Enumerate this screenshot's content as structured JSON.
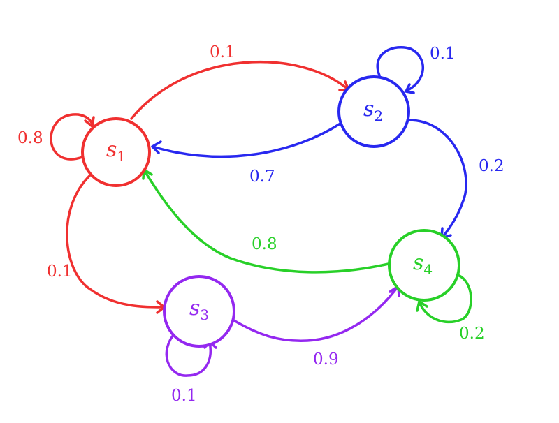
{
  "colors": {
    "s1": "#f03030",
    "s2": "#2828f0",
    "s3": "#9428f0",
    "s4": "#28d028"
  },
  "states": [
    {
      "id": "s1",
      "name": "s",
      "sub": "1"
    },
    {
      "id": "s2",
      "name": "s",
      "sub": "2"
    },
    {
      "id": "s3",
      "name": "s",
      "sub": "3"
    },
    {
      "id": "s4",
      "name": "s",
      "sub": "4"
    }
  ],
  "transitions": [
    {
      "id": "s1-s1",
      "from": "s1",
      "to": "s1",
      "prob": "0.8"
    },
    {
      "id": "s1-s2",
      "from": "s1",
      "to": "s2",
      "prob": "0.1"
    },
    {
      "id": "s1-s3",
      "from": "s1",
      "to": "s3",
      "prob": "0.1"
    },
    {
      "id": "s2-s2",
      "from": "s2",
      "to": "s2",
      "prob": "0.1"
    },
    {
      "id": "s2-s1",
      "from": "s2",
      "to": "s1",
      "prob": "0.7"
    },
    {
      "id": "s2-s4",
      "from": "s2",
      "to": "s4",
      "prob": "0.2"
    },
    {
      "id": "s3-s3",
      "from": "s3",
      "to": "s3",
      "prob": "0.1"
    },
    {
      "id": "s3-s4",
      "from": "s3",
      "to": "s4",
      "prob": "0.9"
    },
    {
      "id": "s4-s4",
      "from": "s4",
      "to": "s4",
      "prob": "0.2"
    },
    {
      "id": "s4-s1",
      "from": "s4",
      "to": "s1",
      "prob": "0.8"
    }
  ]
}
